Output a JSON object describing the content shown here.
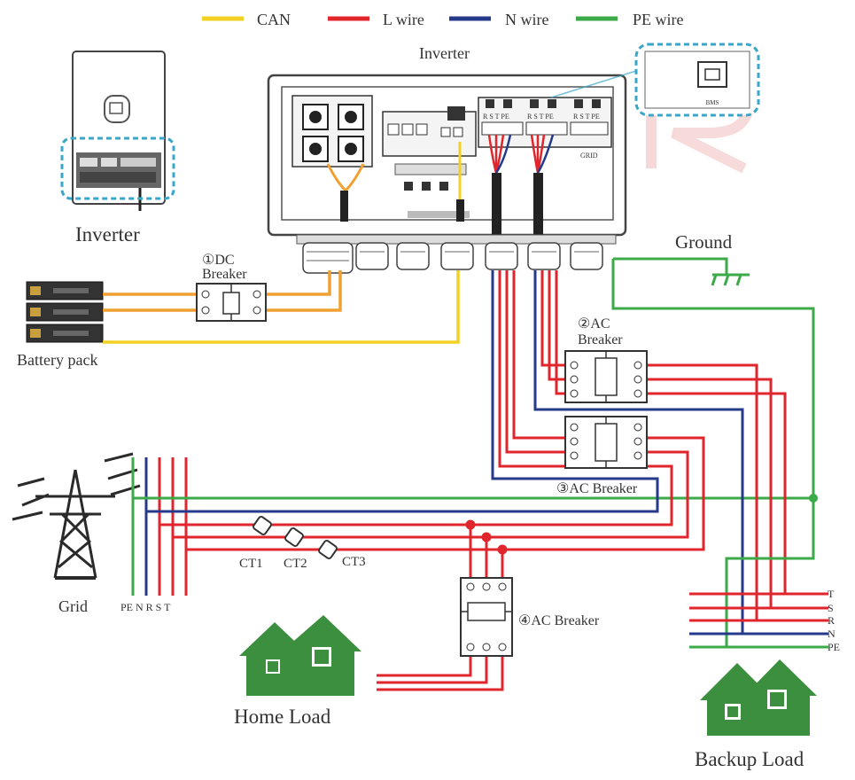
{
  "legend": [
    {
      "label": "CAN",
      "color": "#f2d024"
    },
    {
      "label": "L wire",
      "color": "#e0252c"
    },
    {
      "label": "N wire",
      "color": "#253a8a"
    },
    {
      "label": "PE wire",
      "color": "#3daa49"
    }
  ],
  "labels": {
    "inverter_top": "Inverter",
    "inverter_left": "Inverter",
    "bms": "BMS",
    "dc_breaker_num": "①DC",
    "dc_breaker_word": "Breaker",
    "battery_pack": "Battery pack",
    "ground": "Ground",
    "ac_breaker2_num": "②AC",
    "ac_breaker2_word": "Breaker",
    "ac_breaker3": "③AC Breaker",
    "ac_breaker4": "④AC Breaker",
    "grid": "Grid",
    "grid_phases": "PE N R S T",
    "ct1": "CT1",
    "ct2": "CT2",
    "ct3": "CT3",
    "home_load": "Home Load",
    "backup_load": "Backup Load",
    "terminal_rst_pe_a": "R S T PE",
    "terminal_rst_pe_b": "R S T PE",
    "terminal_rst_pe_c": "R S T PE",
    "grid_terminal": "GRID",
    "bus_t": "T",
    "bus_s": "S",
    "bus_r": "R",
    "bus_n": "N",
    "bus_pe": "PE"
  },
  "colors": {
    "can": "#f2d024",
    "l_wire": "#e0252c",
    "n_wire": "#253a8a",
    "pe_wire": "#3daa49",
    "dc_wire": "#f0a030",
    "bms_highlight": "#3aa6c8",
    "house_green": "#3c8f3e",
    "tower": "#2a2a2a"
  }
}
